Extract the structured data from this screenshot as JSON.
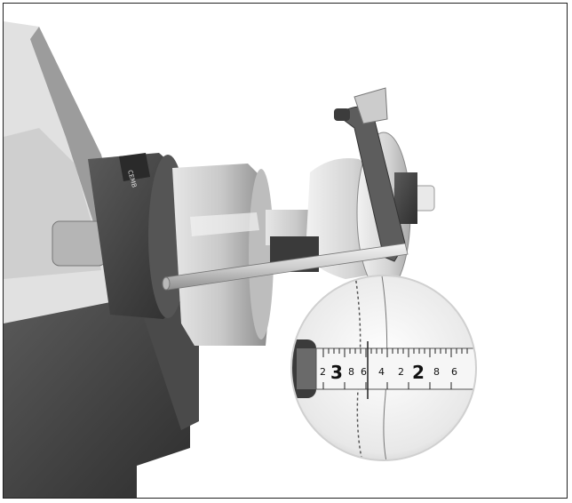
{
  "figure": {
    "brand_text": "CEMB",
    "scale_labels": [
      "2",
      "3",
      "8",
      "6",
      "4",
      "2",
      "2",
      "8",
      "6"
    ]
  },
  "colors": {
    "frame_border": "#222222",
    "machine_dark": "#3f3f3f",
    "machine_mid": "#777777",
    "machine_light": "#d9d9d9",
    "background": "#ffffff"
  }
}
